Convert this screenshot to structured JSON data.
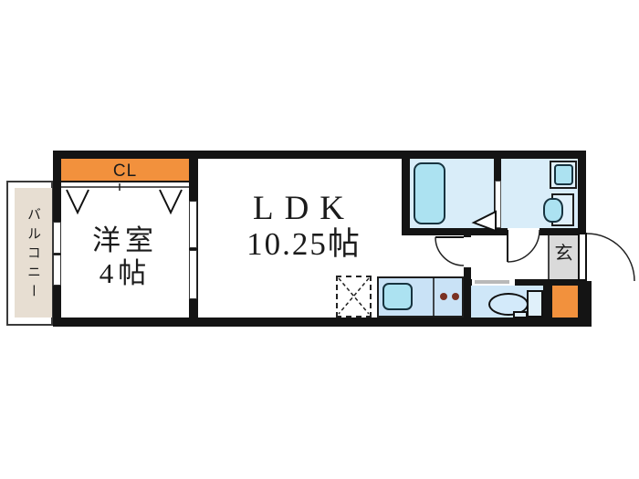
{
  "plan": {
    "type": "apartment floor plan (1LDK)",
    "labels": {
      "closet": "CL",
      "western_room_name": "洋室",
      "western_room_size": "4帖",
      "ldk_name": "LDK",
      "ldk_size": "10.25帖",
      "balcony": "バルコニー",
      "entrance": "玄"
    },
    "fixtures": [
      "bathtub",
      "washing-machine-pan",
      "washbasin",
      "toilet",
      "kitchen-sink",
      "stove-burners",
      "refrigerator-space",
      "entry-door",
      "closet-folding-doors",
      "sliding-door",
      "windows"
    ]
  },
  "colors": {
    "wall": "#141414",
    "outline": "#1d1d1d",
    "accent_orange": "#F2913D",
    "balcony_fill": "#E7DED2",
    "wet_floor": "#D9EDF9",
    "toilet_floor": "#CFE7F8",
    "fixture_cyan": "#ACE2F1",
    "fixture_pale": "#E0F0FA",
    "kitchen_counter": "#C9E2F6",
    "entrance_gray": "#DADADA",
    "burner": "#7A3122"
  }
}
